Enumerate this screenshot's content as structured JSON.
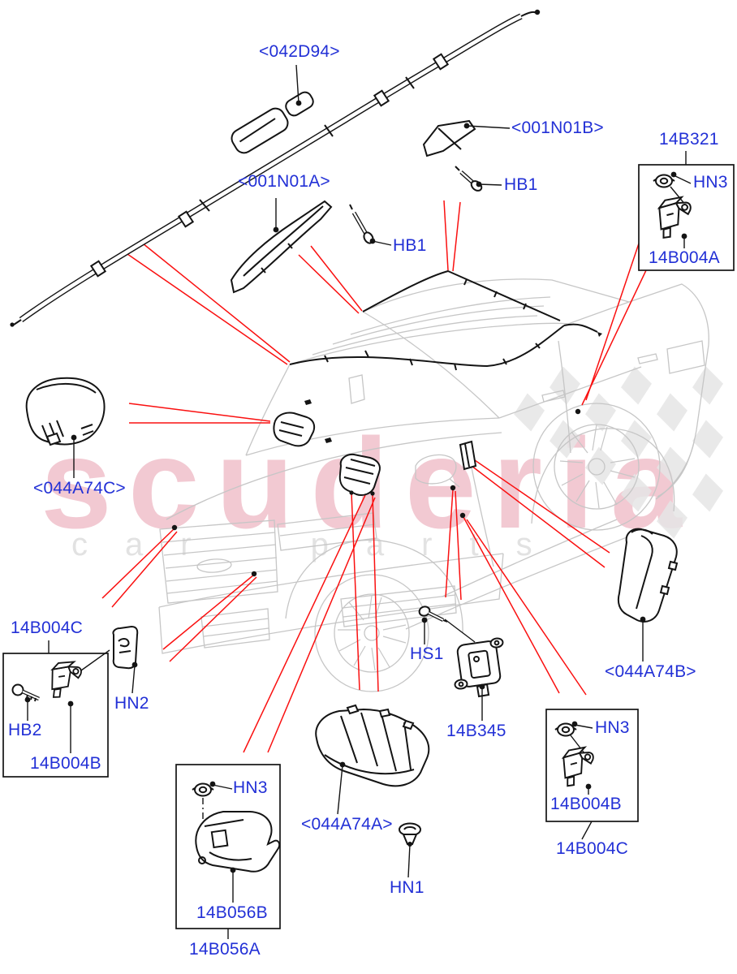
{
  "watermark": {
    "brand": "scuderia",
    "sub": "car parts"
  },
  "colors": {
    "label_blue": "#2230d6",
    "leader_red": "#fa1010",
    "draw_black": "#141414",
    "car_gray": "#c6c6c6",
    "wm_pink": "#f2c9d2",
    "wm_gray": "#e2e2e2",
    "checker_gray": "#e6e6e6"
  },
  "callouts": {
    "c042D94": "<042D94>",
    "c001N01B": "<001N01B>",
    "hb1_top": "HB1",
    "b14B321": "14B321",
    "hn3_box321": "HN3",
    "b14B004A": "14B004A",
    "c001N01A": "<001N01A>",
    "hb1_mid": "HB1",
    "c044A74C": "<044A74C>",
    "b14B004C_left": "14B004C",
    "hb2": "HB2",
    "b14B004B_left": "14B004B",
    "hn2": "HN2",
    "hn3_box056": "HN3",
    "b14B056B": "14B056B",
    "b14B056A": "14B056A",
    "c044A74A": "<044A74A>",
    "hn1": "HN1",
    "hs1": "HS1",
    "b14B345": "14B345",
    "hn3_right": "HN3",
    "b14B004B_right": "14B004B",
    "b14B004C_right": "14B004C",
    "c044A74B": "<044A74B>"
  }
}
